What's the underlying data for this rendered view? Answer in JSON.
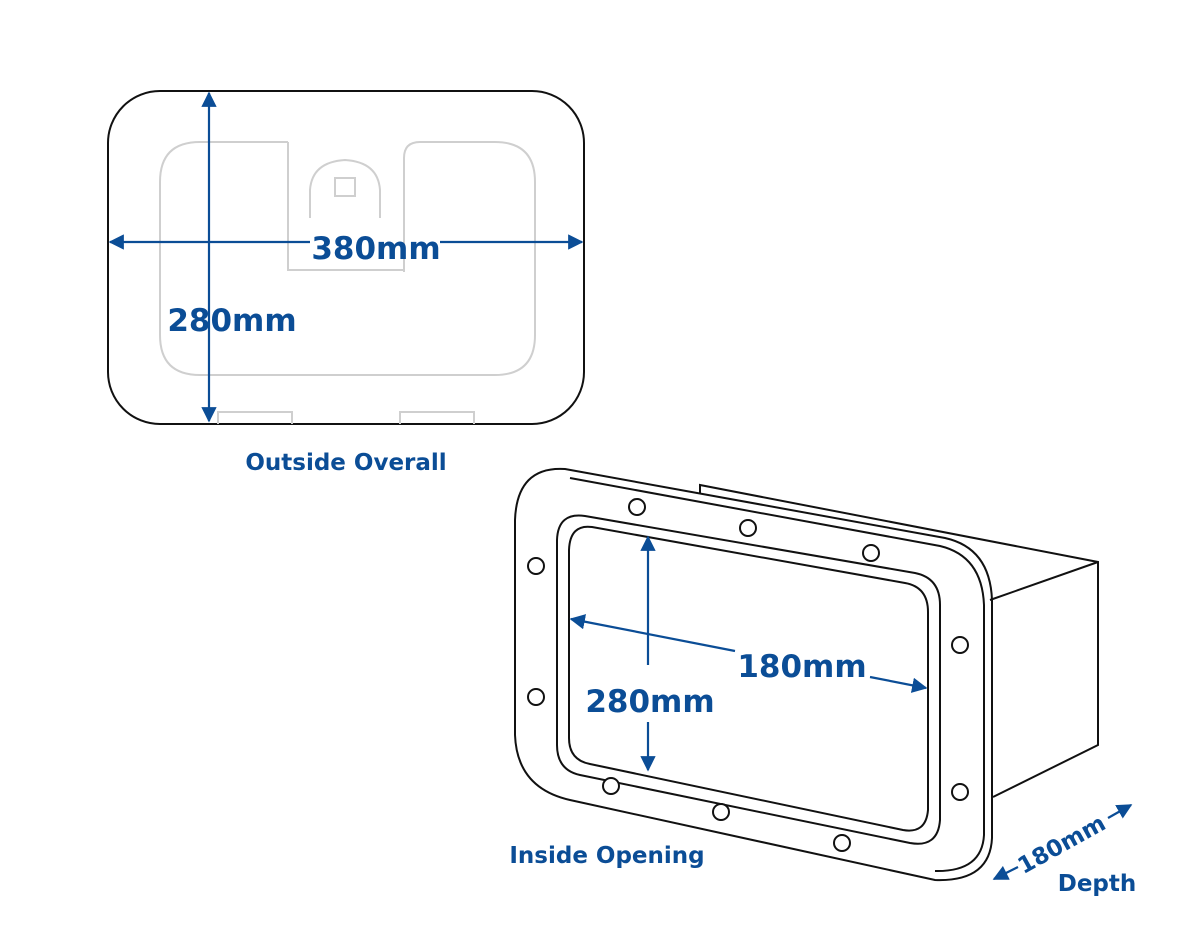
{
  "outside": {
    "width_label": "380mm",
    "height_label": "280mm",
    "caption": "Outside Overall"
  },
  "inside": {
    "width_label": "180mm",
    "height_label": "280mm",
    "caption": "Inside Opening"
  },
  "depth": {
    "value_label": "180mm",
    "caption": "Depth"
  },
  "colors": {
    "accent": "#0b4d96",
    "outline": "#111111",
    "ghost": "#cfcfcf"
  }
}
